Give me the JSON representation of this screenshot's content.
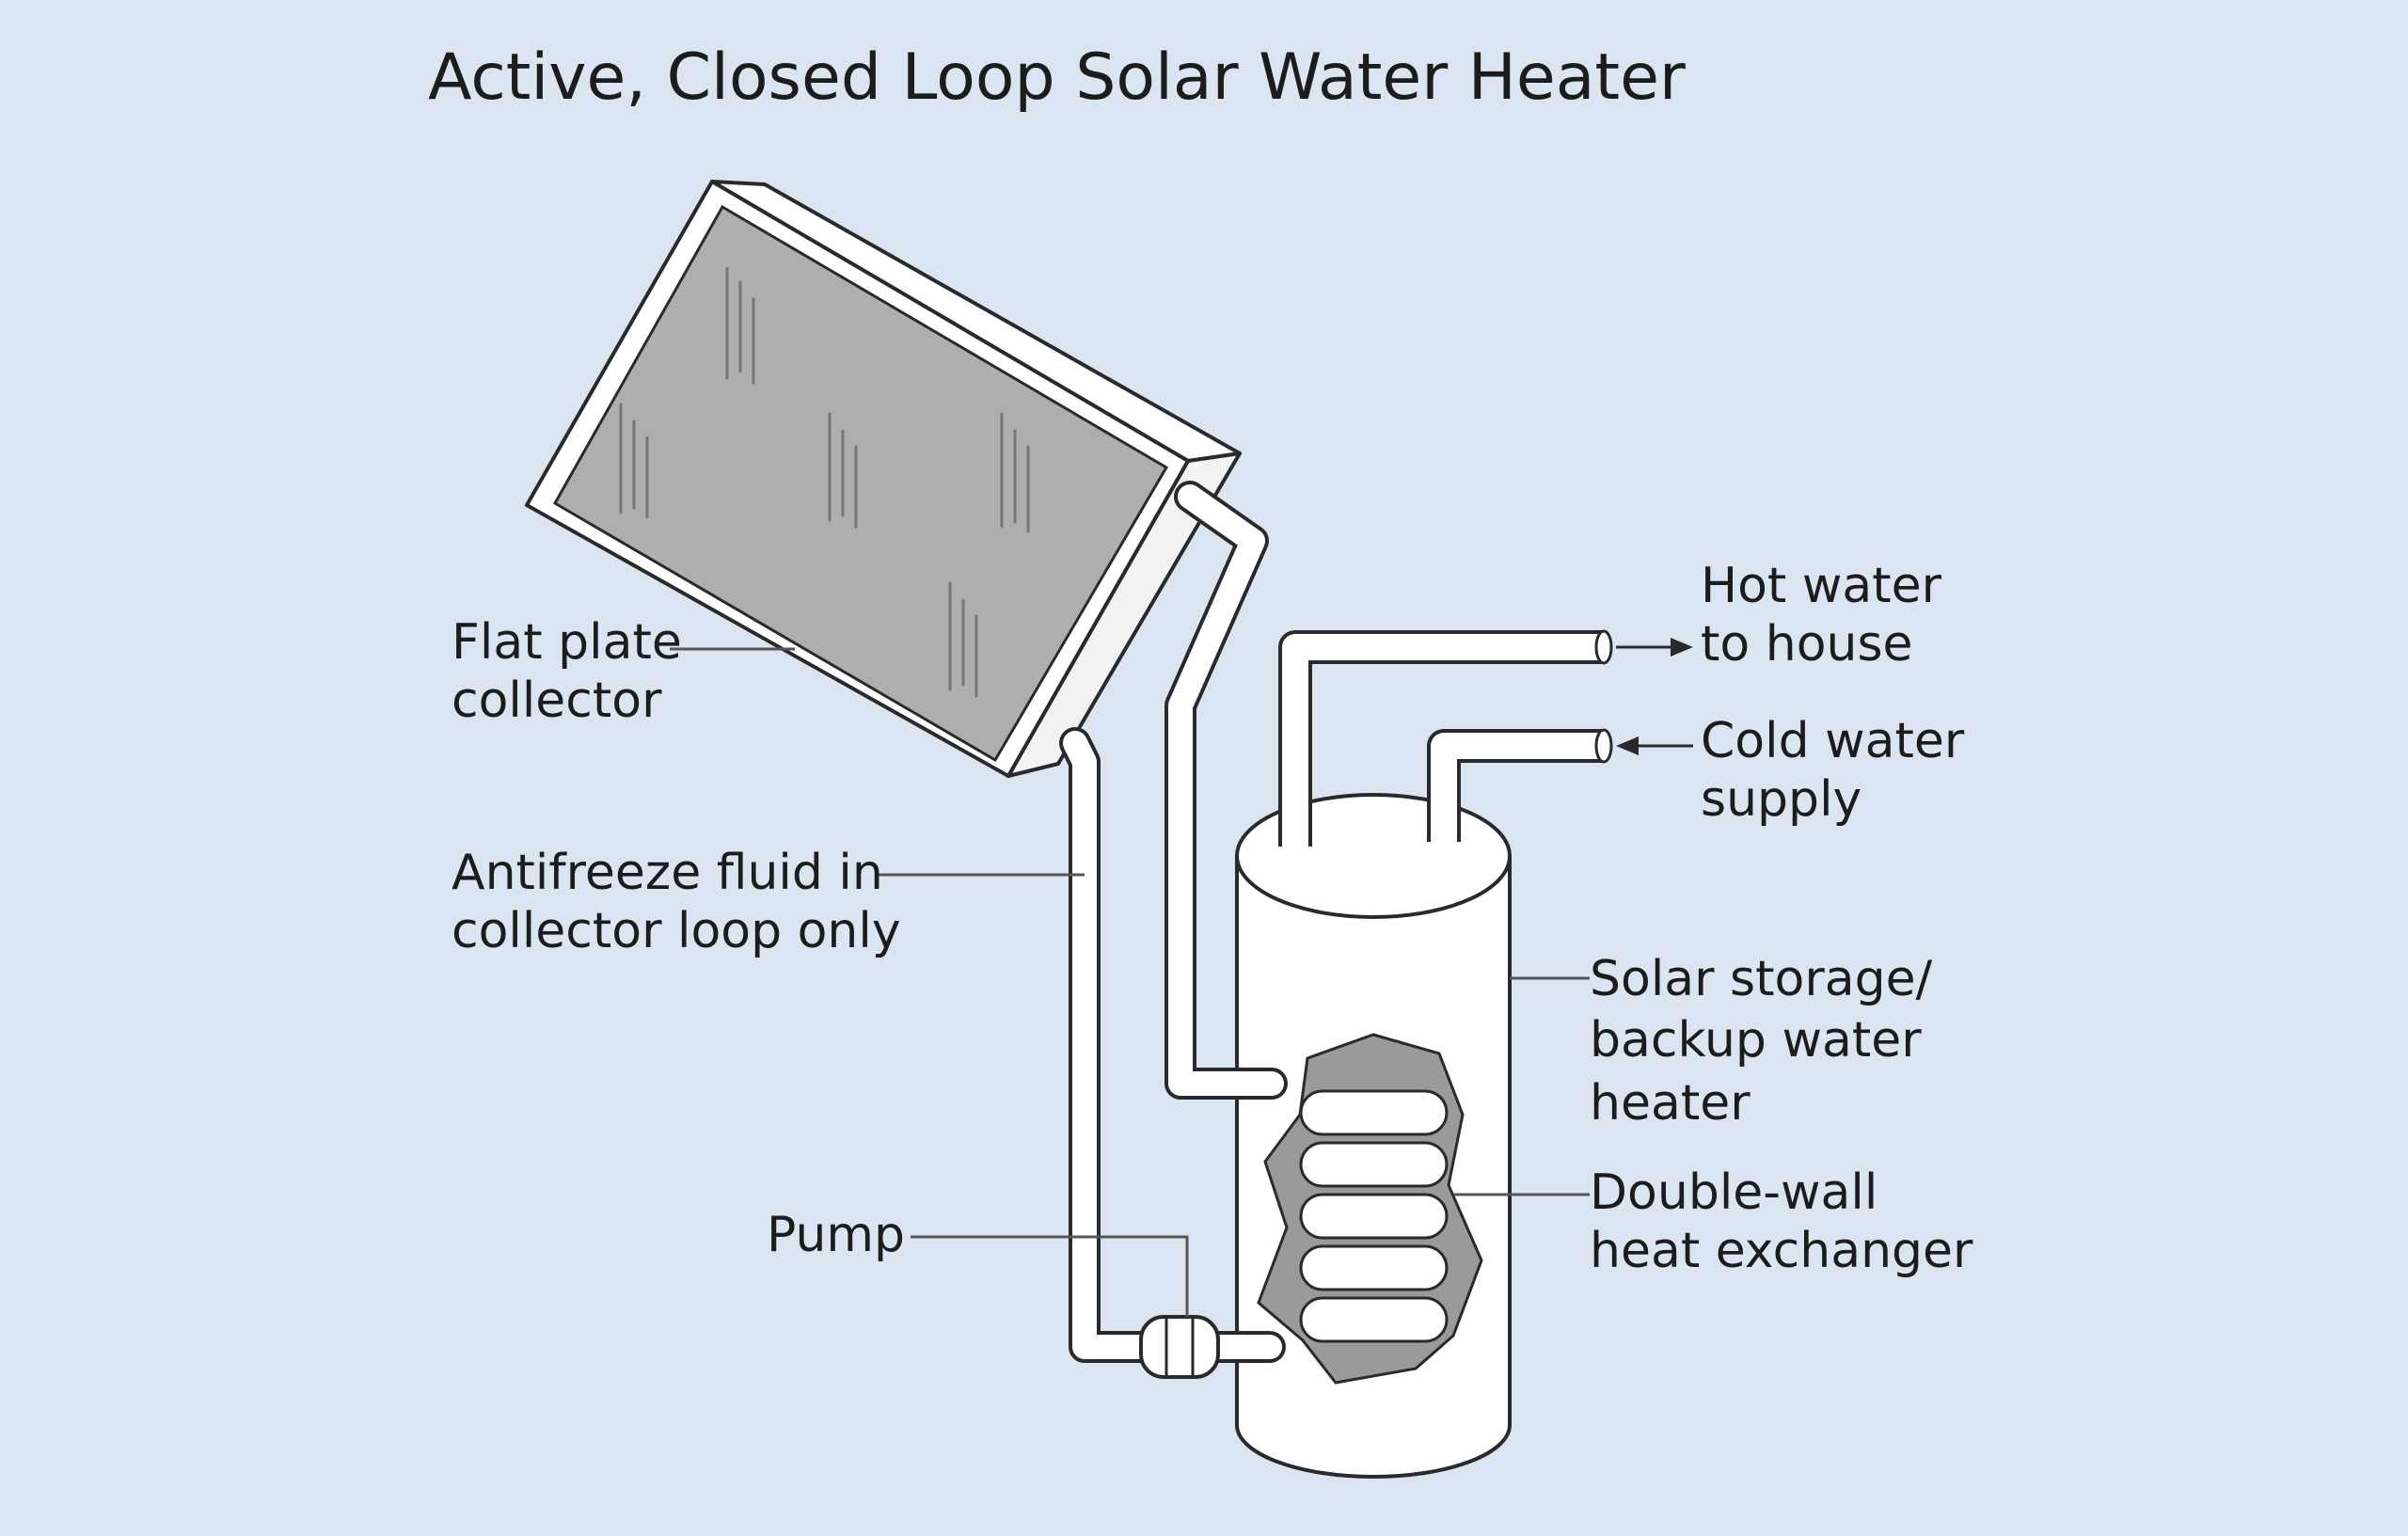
{
  "title": "Active, Closed Loop Solar Water Heater",
  "labels": {
    "collector": [
      "Flat plate",
      "collector"
    ],
    "antifreeze": [
      "Antifreeze fluid in",
      "collector loop only"
    ],
    "pump": [
      "Pump"
    ],
    "hot_water": [
      "Hot water",
      "to house"
    ],
    "cold_water": [
      "Cold water",
      "supply"
    ],
    "storage": [
      "Solar storage/",
      "backup water",
      "heater"
    ],
    "exchanger": [
      "Double-wall",
      "heat exchanger"
    ]
  },
  "colors": {
    "background": "#dbe5f1",
    "glass": "#aeaeae",
    "tank": "#ffffff",
    "cutaway": "#9a9a9a",
    "outline": "#2a2a2a"
  }
}
